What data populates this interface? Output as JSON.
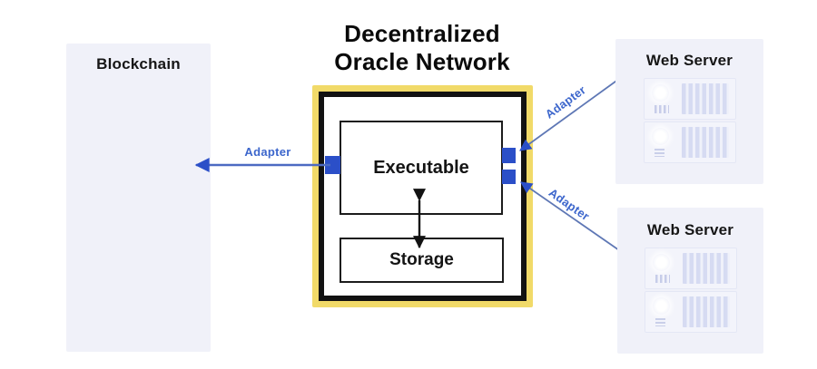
{
  "diagram": {
    "title_line1": "Decentralized",
    "title_line2": "Oracle Network",
    "blockchain": {
      "label": "Blockchain"
    },
    "oracle": {
      "executable_label": "Executable",
      "storage_label": "Storage"
    },
    "web_server_1": {
      "label": "Web Server"
    },
    "web_server_2": {
      "label": "Web Server"
    },
    "adapters": {
      "left_label": "Adapter",
      "top_right_label": "Adapter",
      "bottom_right_label": "Adapter"
    },
    "colors": {
      "accent_blue": "#2b4fc8",
      "connector_blue": "#5e77b5",
      "label_blue": "#3c66cc",
      "frame_yellow": "#f1da69",
      "panel_lavender": "#f0f1f9",
      "ink": "#121212"
    }
  }
}
